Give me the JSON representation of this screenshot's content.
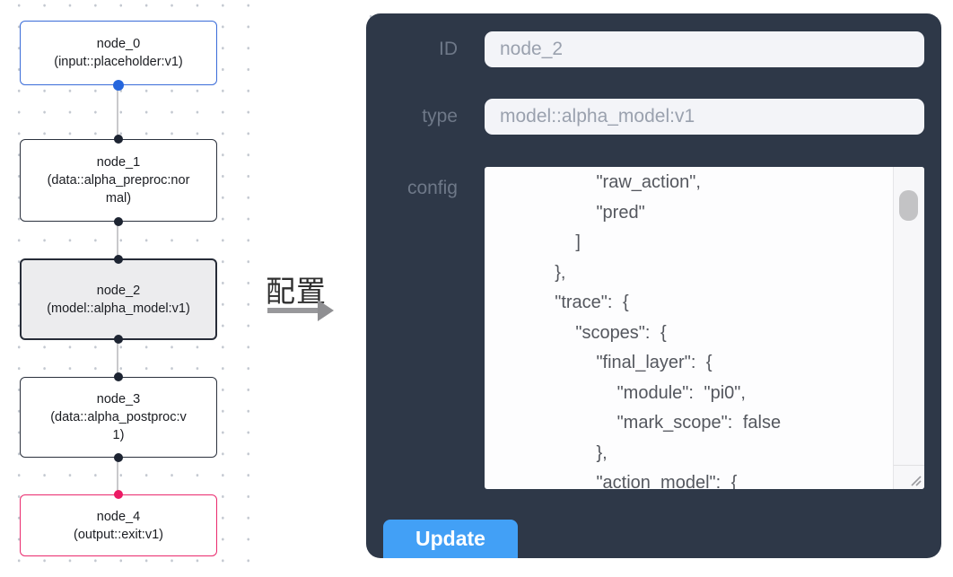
{
  "flow": {
    "nodes": [
      {
        "id": "node_0",
        "label": "node_0",
        "sublabel": "(input::placeholder:v1)",
        "kind": "input",
        "border_color": "#3a6cd8"
      },
      {
        "id": "node_1",
        "label": "node_1",
        "sublabel": "(data::alpha_preproc:normal)",
        "kind": "default",
        "border_color": "#2b313d"
      },
      {
        "id": "node_2",
        "label": "node_2",
        "sublabel": "(model::alpha_model:v1)",
        "kind": "selected",
        "border_color": "#272c38"
      },
      {
        "id": "node_3",
        "label": "node_3",
        "sublabel": "(data::alpha_postproc:v1)",
        "kind": "default",
        "border_color": "#2b313d"
      },
      {
        "id": "node_4",
        "label": "node_4",
        "sublabel": "(output::exit:v1)",
        "kind": "output",
        "border_color": "#ea2a6d"
      }
    ],
    "edges": [
      {
        "from": "node_0",
        "to": "node_1"
      },
      {
        "from": "node_1",
        "to": "node_2"
      },
      {
        "from": "node_2",
        "to": "node_3"
      },
      {
        "from": "node_3",
        "to": "node_4"
      }
    ],
    "handle_colors": {
      "input": "#2566dd",
      "default": "#1d2432",
      "output": "#ec1a64"
    }
  },
  "transition": {
    "label": "配置"
  },
  "panel": {
    "fields": [
      {
        "label": "ID",
        "value": "node_2"
      },
      {
        "label": "type",
        "value": "model::alpha_model:v1"
      }
    ],
    "config_label": "config",
    "config_text": "        \"raw_action\",\n        \"pred\"\n      ]\n    },\n    \"trace\": {\n      \"scopes\": {\n        \"final_layer\": {\n          \"module\": \"pi0\",\n          \"mark_scope\": false\n        },\n        \"action_model\": {",
    "update_label": "Update",
    "colors": {
      "panel_bg": "#2e3848",
      "accent_button": "#42a0f6",
      "input_bg": "#f3f4f8",
      "label_text": "#6e7888"
    }
  }
}
